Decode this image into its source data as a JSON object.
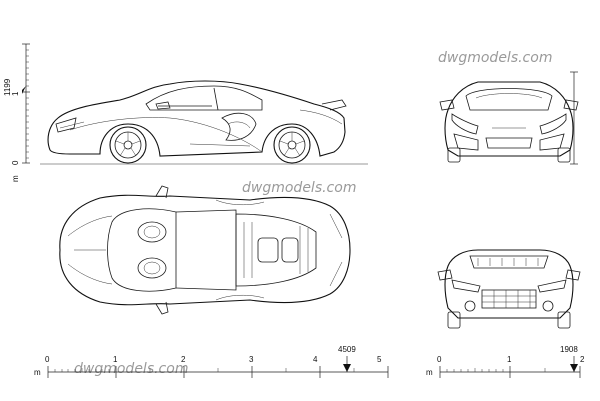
{
  "watermarks": [
    {
      "text": "dwgmodels.com"
    },
    {
      "text": "dwgmodels.com"
    },
    {
      "text": "dwgmodels.com"
    }
  ],
  "side_scale": {
    "unit": "m",
    "labels": [
      "0",
      "1"
    ],
    "dimension": "1199"
  },
  "bottom_scale_left": {
    "unit": "m",
    "labels": [
      "0",
      "1",
      "2",
      "3",
      "4",
      "5"
    ],
    "dimension": "4509"
  },
  "bottom_scale_right": {
    "unit": "m",
    "labels": [
      "0",
      "1",
      "2"
    ],
    "dimension": "1908"
  },
  "colors": {
    "line": "#1a1a1a",
    "watermark": "#9a9a9a",
    "background": "#ffffff"
  }
}
